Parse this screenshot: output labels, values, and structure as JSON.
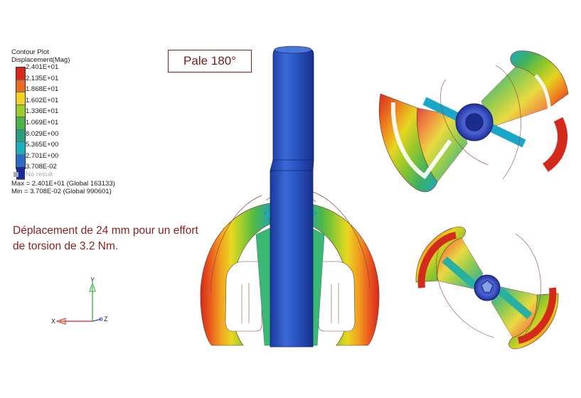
{
  "legend": {
    "title_line1": "Contour Plot",
    "title_line2": "Displacement(Mag)",
    "values": [
      "2.401E+01",
      "2.135E+01",
      "1.868E+01",
      "1.602E+01",
      "1.336E+01",
      "1.069E+01",
      "8.029E+00",
      "5.365E+00",
      "2.701E+00",
      "3.708E-02"
    ],
    "colors": [
      "#d8281c",
      "#ec6a1f",
      "#f2d21c",
      "#9ecc2a",
      "#4ab44a",
      "#28a080",
      "#18b0c0",
      "#2a6cc8",
      "#1a2a9a"
    ],
    "no_result": "No result",
    "max": "Max = 2.401E+01 (Global 163133)",
    "min": "Min = 3.708E-02 (Global 990601)"
  },
  "view_label": "Pale 180°",
  "caption": "Déplacement de 24 mm pour un effort de torsion de 3.2 Nm.",
  "triad": {
    "y": "Y",
    "x": "X",
    "z": "Z"
  }
}
